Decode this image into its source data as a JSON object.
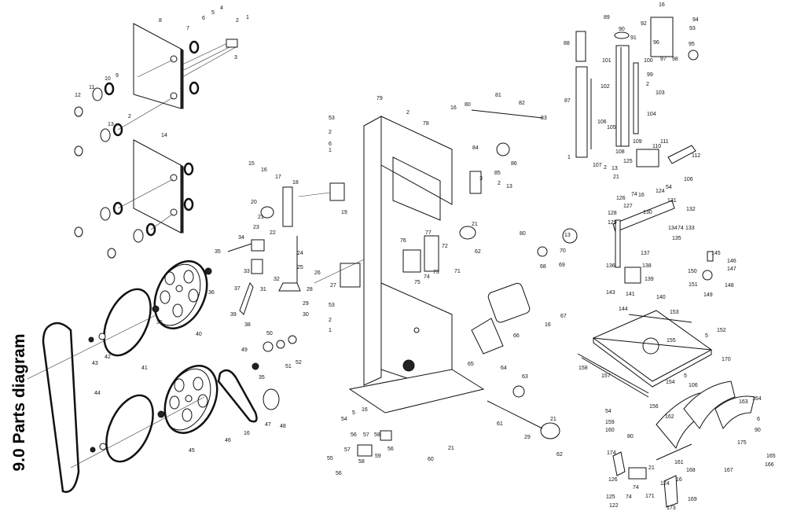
{
  "title": "9.0 Parts diagram",
  "part_labels": [
    "8",
    "7",
    "6",
    "5",
    "4",
    "2",
    "1",
    "3",
    "9",
    "10",
    "11",
    "12",
    "13",
    "2",
    "14",
    "15",
    "16",
    "17",
    "18",
    "20",
    "21",
    "23",
    "22",
    "34",
    "35",
    "33",
    "31",
    "32",
    "24",
    "25",
    "28",
    "29",
    "30",
    "26",
    "27",
    "19",
    "37",
    "39",
    "38",
    "36",
    "40",
    "43",
    "42",
    "41",
    "44",
    "35",
    "49",
    "50",
    "51",
    "52",
    "35",
    "45",
    "46",
    "16",
    "47",
    "48",
    "79",
    "2",
    "53",
    "2",
    "6",
    "1",
    "78",
    "16",
    "80",
    "81",
    "82",
    "83",
    "84",
    "85",
    "86",
    "3",
    "2",
    "13",
    "77",
    "76",
    "75",
    "74",
    "73",
    "72",
    "71",
    "21",
    "62",
    "70",
    "13",
    "68",
    "69",
    "80",
    "66",
    "64",
    "65",
    "63",
    "16",
    "67",
    "53",
    "2",
    "1",
    "54",
    "5",
    "16",
    "56",
    "57",
    "58",
    "21",
    "60",
    "61",
    "29",
    "21",
    "62",
    "55",
    "56",
    "57",
    "58",
    "59",
    "56",
    "88",
    "87",
    "89",
    "90",
    "91",
    "101",
    "102",
    "16",
    "92",
    "94",
    "93",
    "95",
    "96",
    "97",
    "98",
    "99",
    "100",
    "2",
    "103",
    "104",
    "105",
    "106",
    "107",
    "2",
    "1",
    "13",
    "108",
    "109",
    "110",
    "111",
    "112",
    "125",
    "21",
    "126",
    "74",
    "16",
    "124",
    "54",
    "106",
    "127",
    "128",
    "129",
    "130",
    "131",
    "132",
    "134",
    "74",
    "133",
    "135",
    "137",
    "136",
    "138",
    "139",
    "143",
    "141",
    "144",
    "140",
    "145",
    "146",
    "147",
    "150",
    "148",
    "149",
    "151",
    "153",
    "5",
    "152",
    "155",
    "158",
    "157",
    "170",
    "154",
    "5",
    "106",
    "156",
    "54",
    "159",
    "160",
    "80",
    "161",
    "162",
    "163",
    "164",
    "6",
    "90",
    "175",
    "165",
    "166",
    "167",
    "168",
    "16",
    "21",
    "124",
    "174",
    "126",
    "74",
    "171",
    "122",
    "125",
    "74",
    "169",
    "173"
  ]
}
